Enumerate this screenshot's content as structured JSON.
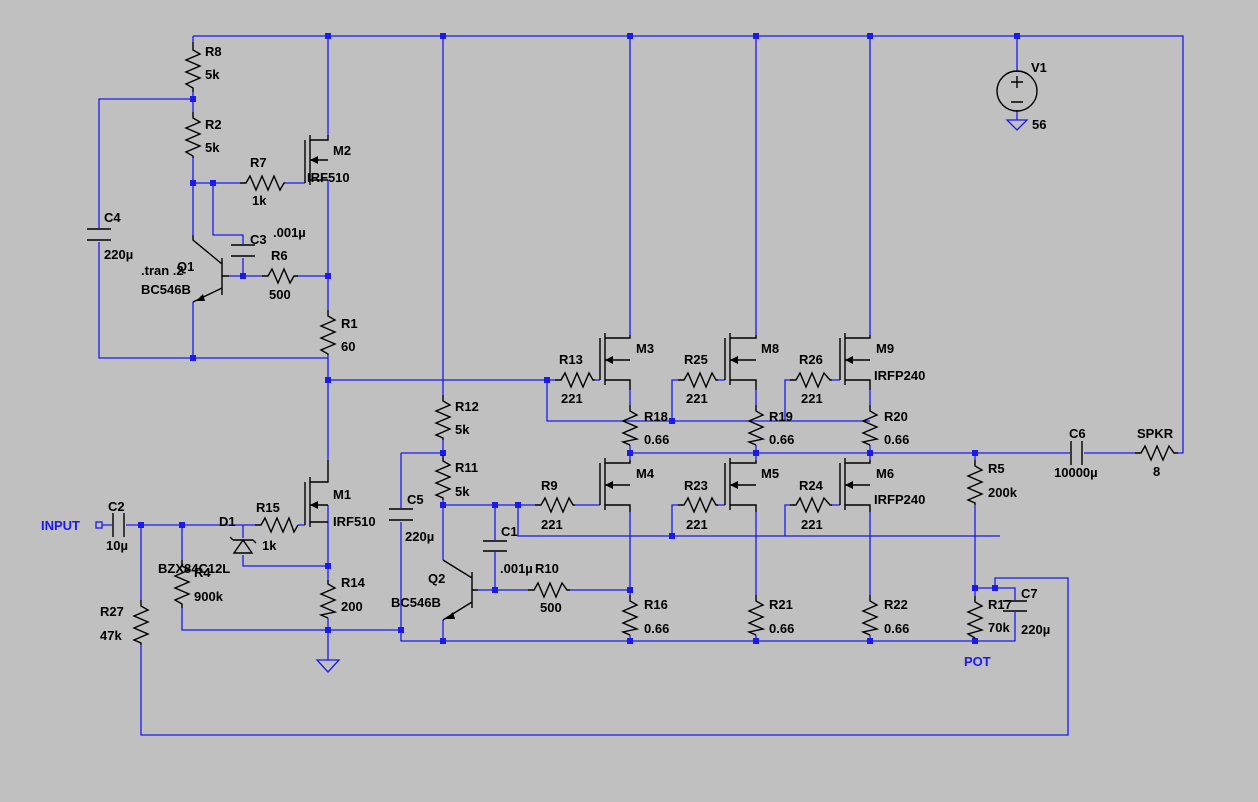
{
  "colors": {
    "background": "#c0c0c0",
    "wire": "#1a1af0",
    "component": "#000000"
  },
  "components": {
    "R8": {
      "ref": "R8",
      "value": "5k"
    },
    "R2": {
      "ref": "R2",
      "value": "5k"
    },
    "R7": {
      "ref": "R7",
      "value": "1k"
    },
    "M2": {
      "ref": "M2",
      "value": "IRF510"
    },
    "C3": {
      "ref": "C3",
      "value": ".001µ"
    },
    "C4": {
      "ref": "C4",
      "value": "220µ"
    },
    "Q1": {
      "ref": "Q1",
      "value": "BC546B"
    },
    "R6": {
      "ref": "R6",
      "value": "500"
    },
    "R1": {
      "ref": "R1",
      "value": "60"
    },
    "M1": {
      "ref": "M1",
      "value": "IRF510"
    },
    "R15": {
      "ref": "R15",
      "value": "1k"
    },
    "D1": {
      "ref": "D1",
      "value": "BZX84C12L"
    },
    "R4": {
      "ref": "R4",
      "value": "900k"
    },
    "R14": {
      "ref": "R14",
      "value": "200"
    },
    "C2": {
      "ref": "C2",
      "value": "10µ"
    },
    "R27": {
      "ref": "R27",
      "value": "47k"
    },
    "C5": {
      "ref": "C5",
      "value": "220µ"
    },
    "R12": {
      "ref": "R12",
      "value": "5k"
    },
    "R11": {
      "ref": "R11",
      "value": "5k"
    },
    "C1": {
      "ref": "C1",
      "value": ".001µ"
    },
    "Q2": {
      "ref": "Q2",
      "value": "BC546B"
    },
    "R10": {
      "ref": "R10",
      "value": "500"
    },
    "R9": {
      "ref": "R9",
      "value": "221"
    },
    "R13": {
      "ref": "R13",
      "value": "221"
    },
    "R25": {
      "ref": "R25",
      "value": "221"
    },
    "R26": {
      "ref": "R26",
      "value": "221"
    },
    "R23": {
      "ref": "R23",
      "value": "221"
    },
    "R24": {
      "ref": "R24",
      "value": "221"
    },
    "M3": {
      "ref": "M3",
      "value": ""
    },
    "M8": {
      "ref": "M8",
      "value": ""
    },
    "M9": {
      "ref": "M9",
      "value": "IRFP240"
    },
    "M4": {
      "ref": "M4",
      "value": ""
    },
    "M5": {
      "ref": "M5",
      "value": ""
    },
    "M6": {
      "ref": "M6",
      "value": "IRFP240"
    },
    "R18": {
      "ref": "R18",
      "value": "0.66"
    },
    "R19": {
      "ref": "R19",
      "value": "0.66"
    },
    "R20": {
      "ref": "R20",
      "value": "0.66"
    },
    "R16": {
      "ref": "R16",
      "value": "0.66"
    },
    "R21": {
      "ref": "R21",
      "value": "0.66"
    },
    "R22": {
      "ref": "R22",
      "value": "0.66"
    },
    "R5": {
      "ref": "R5",
      "value": "200k"
    },
    "R17": {
      "ref": "R17",
      "value": "70k"
    },
    "C7": {
      "ref": "C7",
      "value": "220µ"
    },
    "C6": {
      "ref": "C6",
      "value": "10000µ"
    },
    "SPKR": {
      "ref": "SPKR",
      "value": "8"
    },
    "V1": {
      "ref": "V1",
      "value": "56"
    }
  },
  "directive": ".tran .2",
  "nets": {
    "input": "INPUT",
    "pot": "POT"
  }
}
